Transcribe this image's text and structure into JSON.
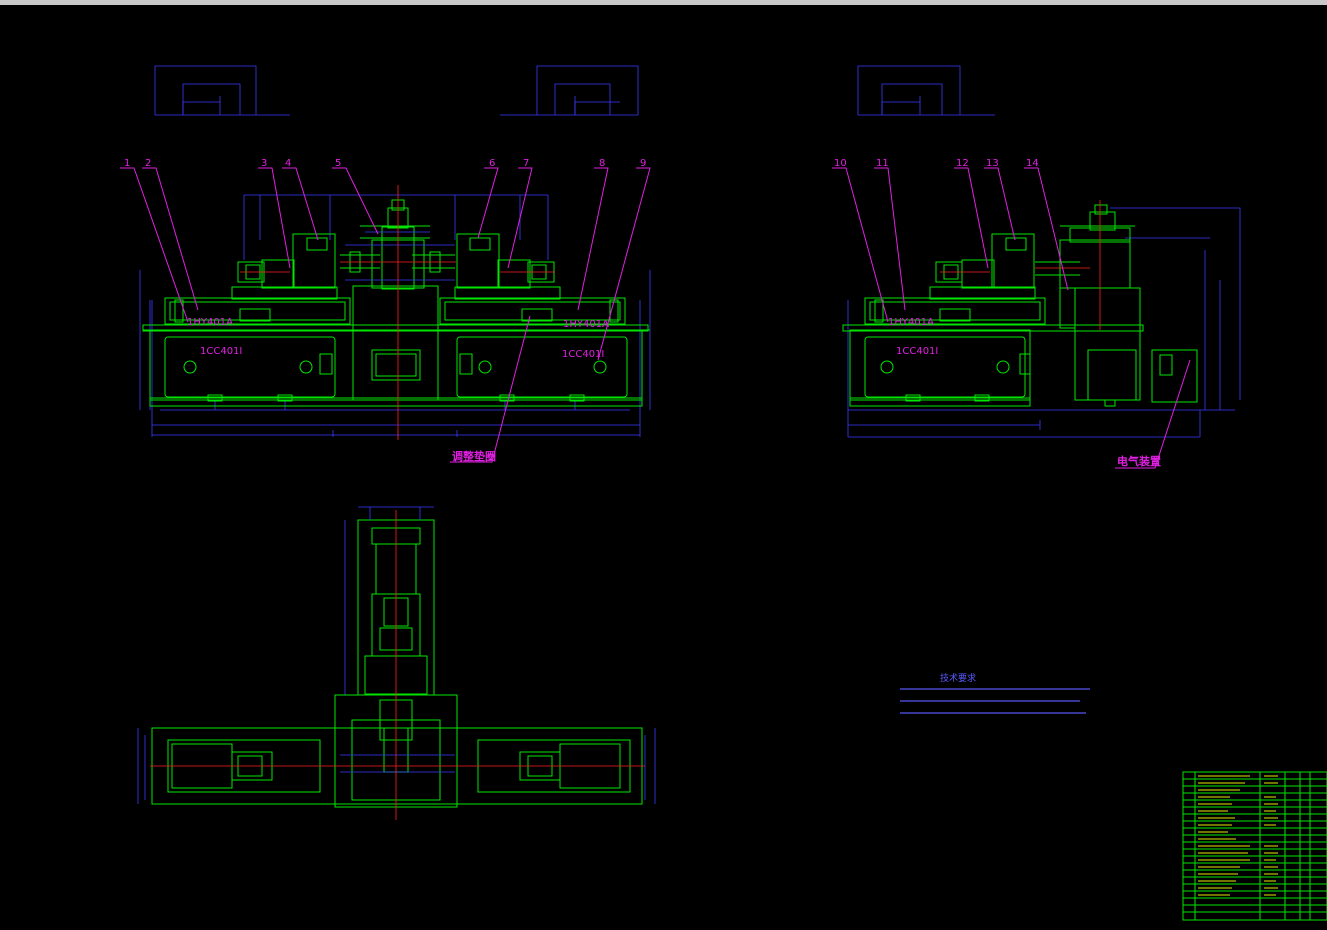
{
  "front_view": {
    "part_labels": [
      "1",
      "2",
      "3",
      "4",
      "5",
      "6",
      "7",
      "8",
      "9"
    ],
    "slide_model_left": "1HY401A",
    "slide_model_right": "1HY401A",
    "base_model_left": "1CC401I",
    "base_model_right": "1CC401I",
    "shim_label": "调整垫圈"
  },
  "side_view": {
    "part_labels": [
      "10",
      "11",
      "12",
      "13",
      "14"
    ],
    "slide_model": "1HY401A",
    "base_model": "1CC401I",
    "electrical_label": "电气装置"
  },
  "notes": {
    "title": "技术要求"
  },
  "colors": {
    "outline": "#00e600",
    "dimension": "#3a3aff",
    "leader": "#e020e0",
    "centerline": "#ff2020"
  }
}
